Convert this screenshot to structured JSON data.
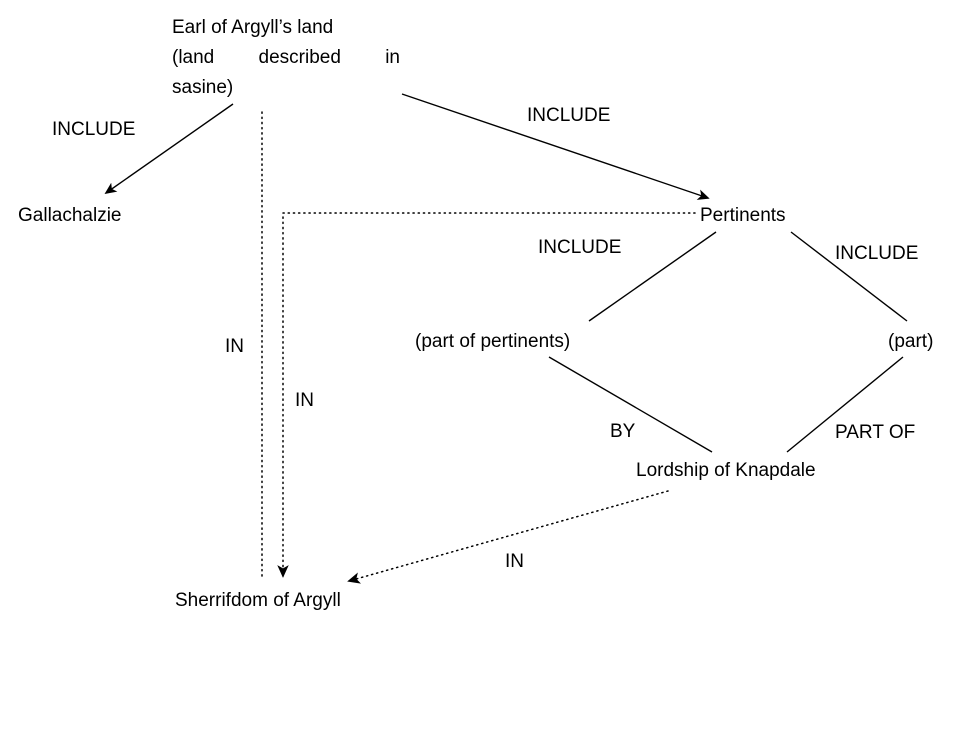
{
  "diagram": {
    "background_color": "#ffffff",
    "line_color": "#000000",
    "nodes": {
      "earl": {
        "line1": "Earl of Argyll’s land",
        "line2": "(land described in",
        "line3": "sasine)"
      },
      "gallachalzie": {
        "label": "Gallachalzie"
      },
      "pertinents": {
        "label": "Pertinents"
      },
      "part_of_pertinents": {
        "label": "(part of pertinents)"
      },
      "part": {
        "label": "(part)"
      },
      "lordship": {
        "label": "Lordship of Knapdale"
      },
      "sherrifdom": {
        "label": "Sherrifdom of Argyll"
      }
    },
    "edge_labels": {
      "include_gallachalzie": "INCLUDE",
      "include_pertinents": "INCLUDE",
      "include_part_of_pertinents": "INCLUDE",
      "include_part": "INCLUDE",
      "in_earl_sherrifdom": "IN",
      "in_pertinents_sherrifdom": "IN",
      "by_lordship": "BY",
      "part_of_lordship": "PART OF",
      "in_lordship_sherrifdom": "IN"
    }
  }
}
